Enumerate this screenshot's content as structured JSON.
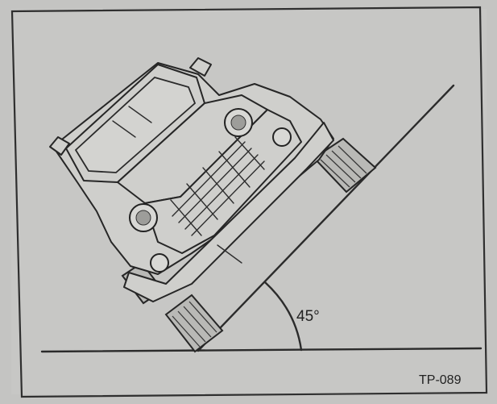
{
  "figure": {
    "angle_label": "45°",
    "code_label": "TP-089"
  },
  "slope": {
    "angle_degrees": 45
  },
  "icons": {
    "vehicle": "jeep-on-incline-illustration"
  },
  "colors": {
    "paper": "#c7c7c5",
    "ink": "#2b2b2b"
  }
}
